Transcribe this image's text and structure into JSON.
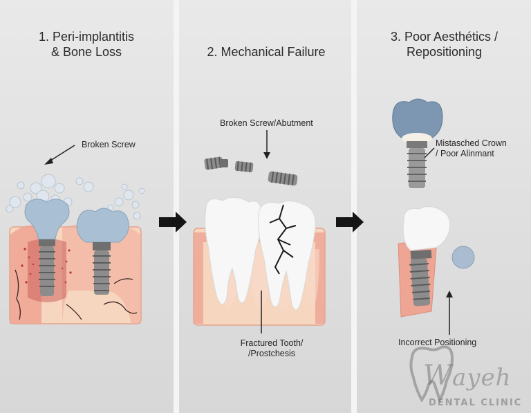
{
  "panels": [
    {
      "title": "1. Peri-implantitis\n& Bone Loss",
      "labels": {
        "screw": "Broken Screw"
      }
    },
    {
      "title": "2. Mechanical Failure",
      "labels": {
        "abutment": "Broken Screw/Abutment",
        "fracture": "Fractured Tooth/\n/Prostchesis"
      }
    },
    {
      "title": "3. Poor Aesthétics /\nRepositioning",
      "labels": {
        "crown": "Mistasched Crown\n/ Poor Alinmant",
        "position": "Incorrect Positioning"
      }
    }
  ],
  "logo": {
    "name": "ayeh",
    "initial": "W",
    "sub": "DENTAL CLINIC"
  },
  "colors": {
    "gum": "#f1b3a3",
    "bone": "#f6d6bf",
    "crown_blue": "#7d96b1",
    "tooth": "#f7f7f7",
    "metal": "#8c8c8c"
  }
}
